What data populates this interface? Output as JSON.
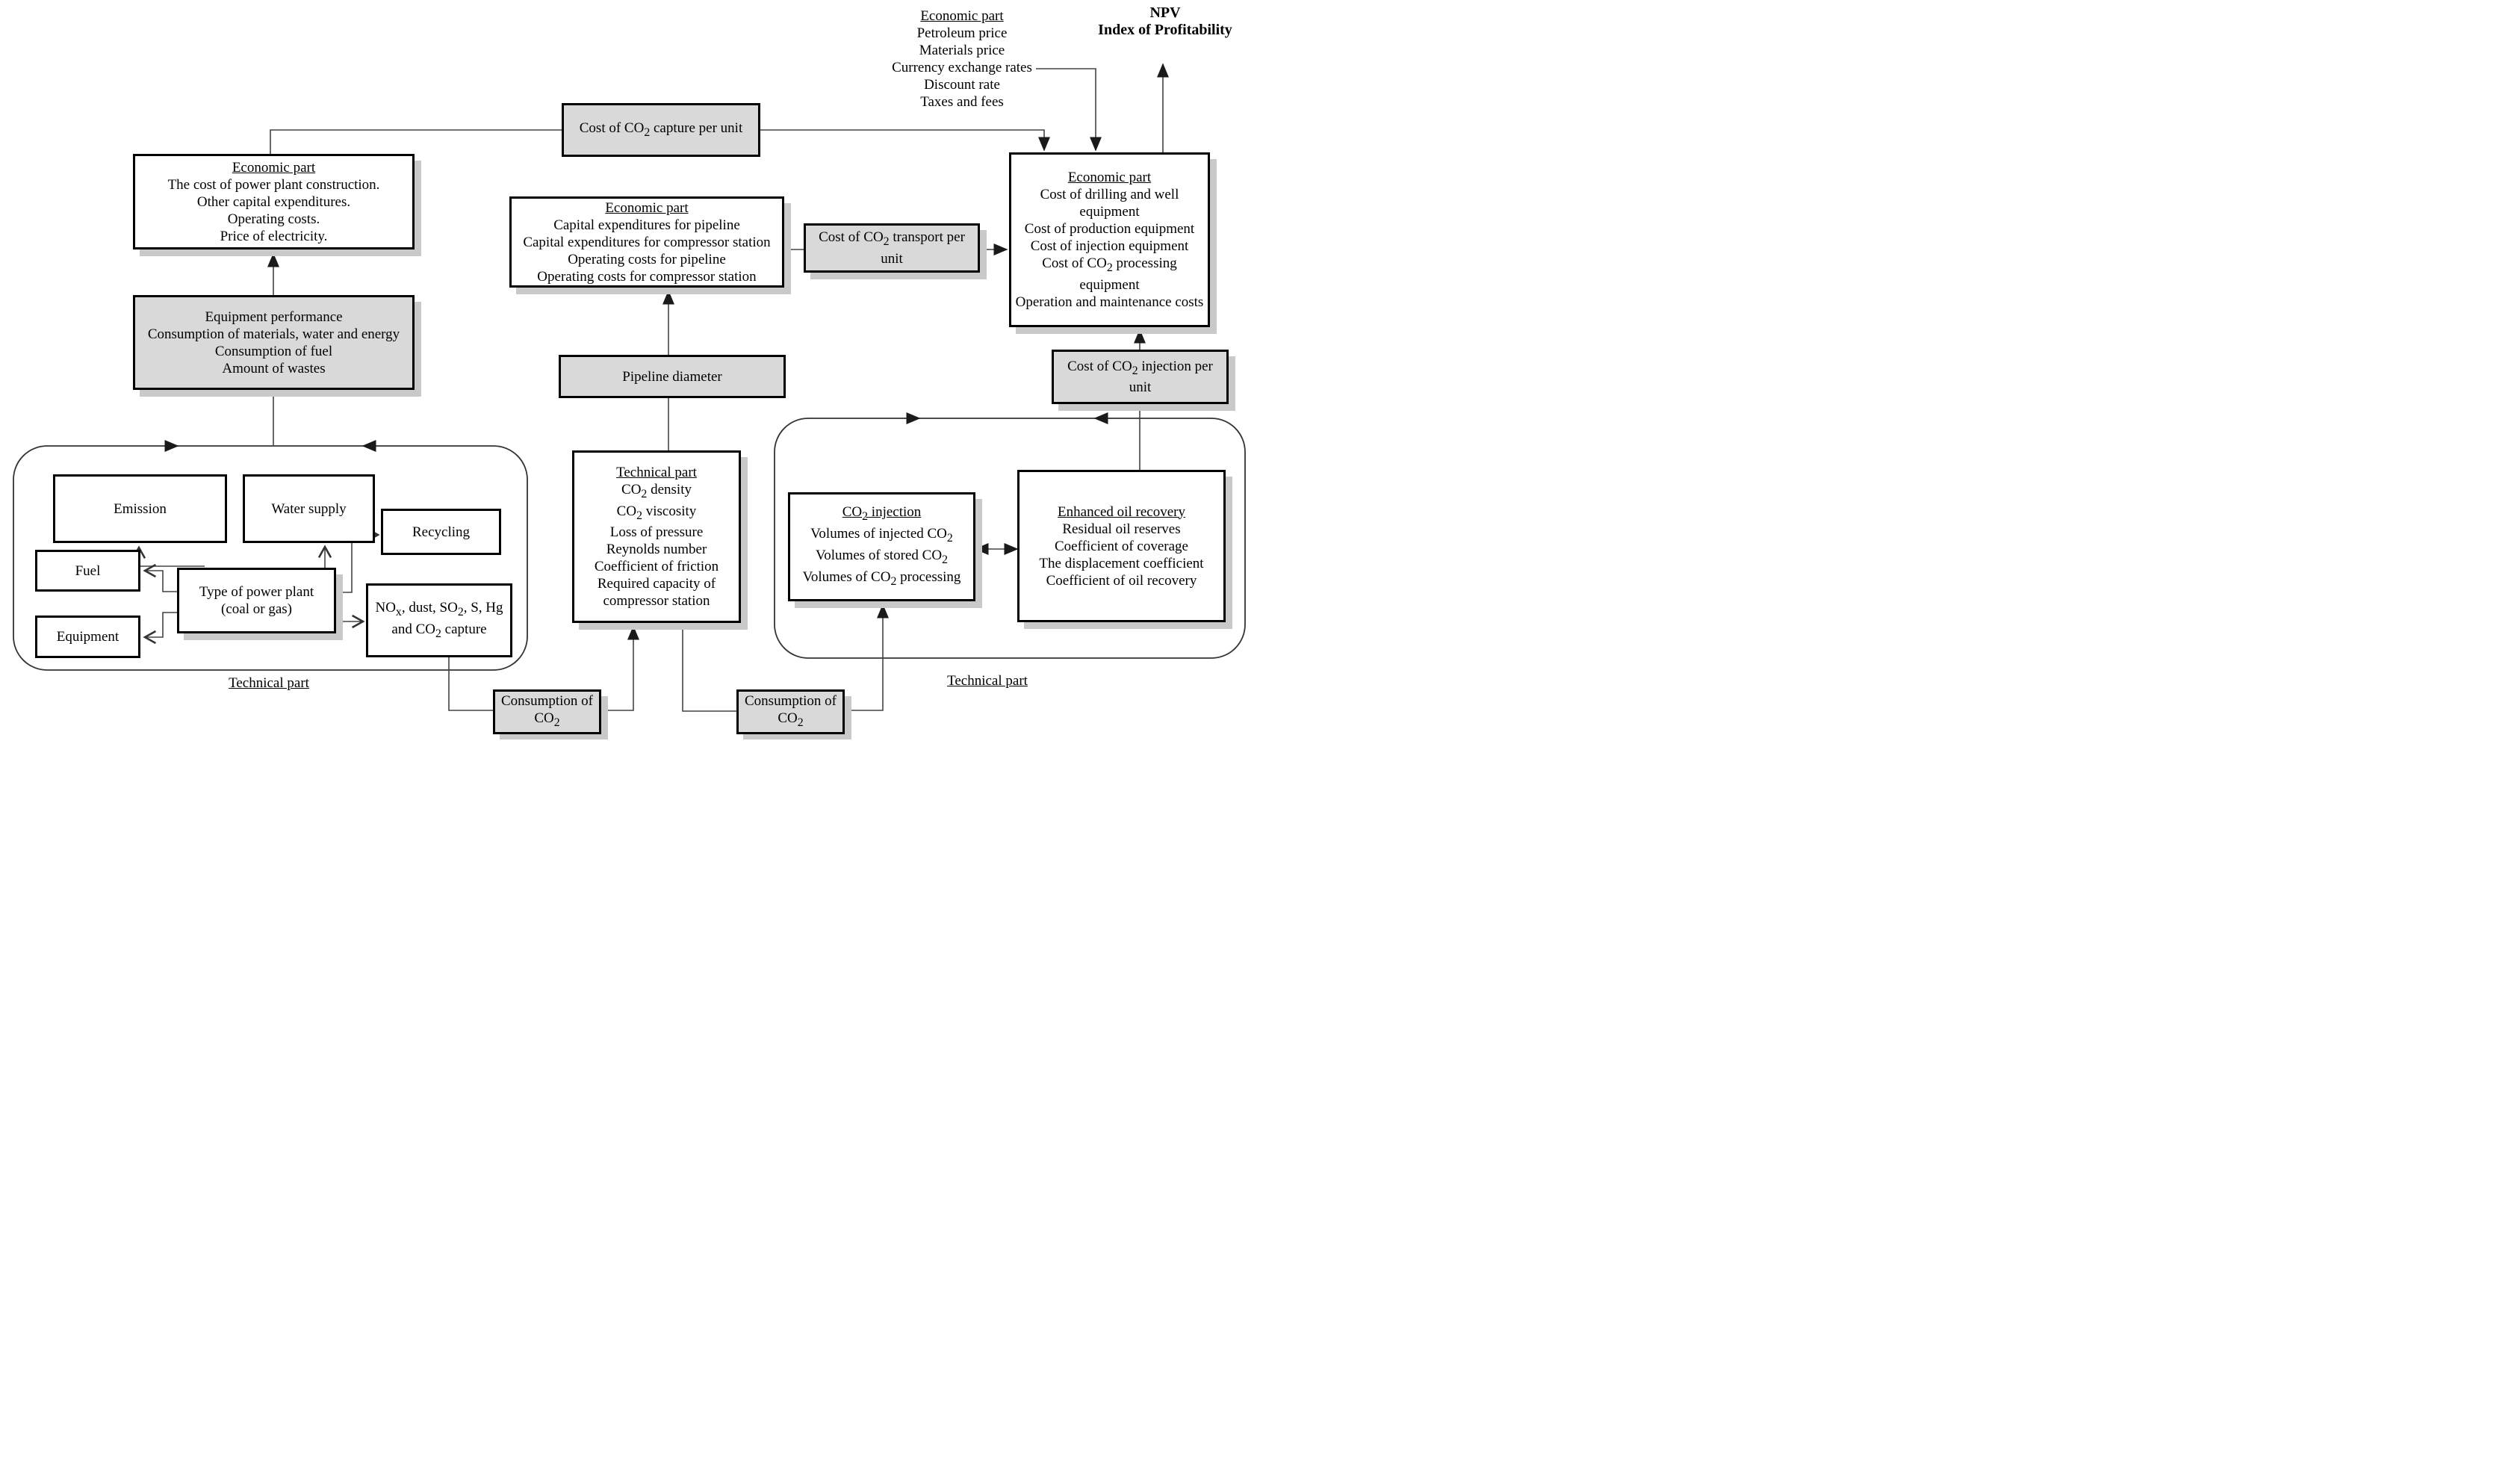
{
  "diagram": {
    "top_right_inputs": {
      "title": "Economic part",
      "items": [
        "Petroleum price",
        "Materials price",
        "Currency exchange rates",
        "Discount rate",
        "Taxes and fees"
      ]
    },
    "npv": {
      "line1": "NPV",
      "line2": "Index of Profitability"
    },
    "boxes": {
      "capture_cost": {
        "text": "Cost of CO<sub>2</sub> capture per unit"
      },
      "left_economic": {
        "title": "Economic part",
        "items": [
          "The cost of power plant construction.",
          "Other capital expenditures.",
          "Operating costs.",
          "Price of electricity."
        ]
      },
      "equipment_performance": {
        "items": [
          "Equipment performance",
          "Consumption of materials, water and energy",
          "Consumption of fuel",
          "Amount of wastes"
        ]
      },
      "emission": {
        "text": "Emission"
      },
      "water_supply": {
        "text": "Water supply"
      },
      "recycling": {
        "text": "Recycling"
      },
      "fuel": {
        "text": "Fuel"
      },
      "equipment": {
        "text": "Equipment"
      },
      "power_plant": {
        "line1": "Type of power plant",
        "line2": "(coal or gas)"
      },
      "nox": {
        "text": "NO<sub>x</sub>, dust, SO<sub>2</sub>, S, Hg and CO<sub>2</sub> capture"
      },
      "pipeline_economic": {
        "title": "Economic part",
        "items": [
          "Capital expenditures for pipeline",
          "Capital expenditures for compressor station",
          "Operating costs for pipeline",
          "Operating costs for compressor station"
        ]
      },
      "transport_cost": {
        "text": "Cost of CO<sub>2</sub> transport per unit"
      },
      "pipeline_diameter": {
        "text": "Pipeline diameter"
      },
      "pipeline_technical": {
        "title": "Technical part",
        "items": [
          "CO<sub>2</sub> density",
          "CO<sub>2</sub> viscosity",
          "Loss of pressure",
          "Reynolds number",
          "Coefficient of friction",
          "Required capacity of compressor station"
        ]
      },
      "consumption_left": {
        "text": "Consumption of CO<sub>2</sub>"
      },
      "consumption_right": {
        "text": "Consumption of CO<sub>2</sub>"
      },
      "co2_injection": {
        "title": "CO<sub>2</sub> injection",
        "items": [
          "Volumes of injected CO<sub>2</sub>",
          "Volumes of stored CO<sub>2</sub>",
          "Volumes of CO<sub>2</sub> processing"
        ]
      },
      "eor": {
        "title": "Enhanced oil recovery",
        "items": [
          "Residual oil reserves",
          "Coefficient of coverage",
          "The displacement coefficient",
          "Coefficient of oil recovery"
        ]
      },
      "right_economic": {
        "title": "Economic part",
        "items": [
          "Cost of drilling and well equipment",
          "Cost of production equipment",
          "Cost of injection equipment",
          "Cost of CO<sub>2</sub> processing equipment",
          "Operation and maintenance costs"
        ]
      },
      "injection_cost": {
        "text": "Cost of CO<sub>2</sub> injection per unit"
      }
    },
    "labels": {
      "technical_left": "Technical part",
      "technical_right": "Technical part"
    },
    "colors": {
      "box_fill_gray": "#d9d9d9",
      "shadow": "#c9c9c9",
      "line": "#444444"
    }
  }
}
